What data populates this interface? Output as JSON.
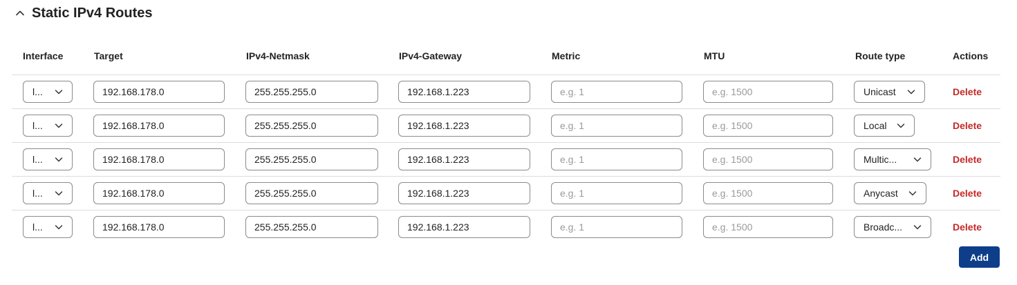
{
  "section": {
    "title": "Static IPv4 Routes",
    "collapse_icon": "chevron-up-icon"
  },
  "columns": {
    "interface": "Interface",
    "target": "Target",
    "netmask": "IPv4-Netmask",
    "gateway": "IPv4-Gateway",
    "metric": "Metric",
    "mtu": "MTU",
    "route_type": "Route type",
    "actions": "Actions"
  },
  "placeholders": {
    "metric": "e.g. 1",
    "mtu": "e.g. 1500"
  },
  "rows": [
    {
      "interface": "l...",
      "target": "192.168.178.0",
      "netmask": "255.255.255.0",
      "gateway": "192.168.1.223",
      "route_type": "Unicast",
      "action": "Delete"
    },
    {
      "interface": "l...",
      "target": "192.168.178.0",
      "netmask": "255.255.255.0",
      "gateway": "192.168.1.223",
      "route_type": "Local",
      "action": "Delete"
    },
    {
      "interface": "l...",
      "target": "192.168.178.0",
      "netmask": "255.255.255.0",
      "gateway": "192.168.1.223",
      "route_type": "Multic...",
      "action": "Delete"
    },
    {
      "interface": "l...",
      "target": "192.168.178.0",
      "netmask": "255.255.255.0",
      "gateway": "192.168.1.223",
      "route_type": "Anycast",
      "action": "Delete"
    },
    {
      "interface": "l...",
      "target": "192.168.178.0",
      "netmask": "255.255.255.0",
      "gateway": "192.168.1.223",
      "route_type": "Broadc...",
      "action": "Delete"
    }
  ],
  "add_label": "Add",
  "colors": {
    "delete": "#c62828",
    "add_button": "#0e3e8a"
  }
}
